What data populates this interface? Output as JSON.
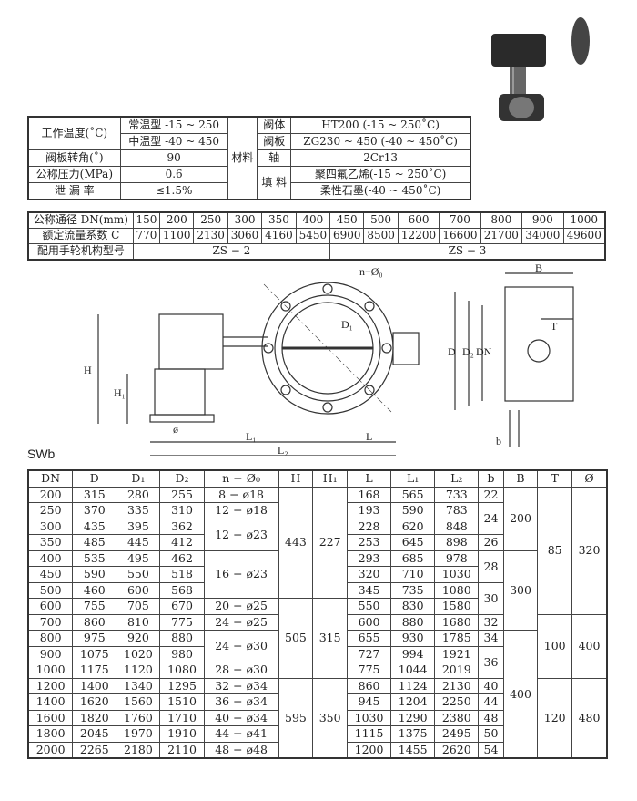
{
  "specs": {
    "work_temp_label": "工作温度(˚C)",
    "normal_temp": "常温型 -15 ~ 250",
    "mid_temp": "中温型 -40 ~ 450",
    "angle_label": "阀板转角(˚)",
    "angle": "90",
    "pressure_label": "公称压力(MPa)",
    "pressure": "0.6",
    "leak_label": "泄 漏 率",
    "leak": "≤1.5%",
    "material_label": "材料",
    "body_label": "阀体",
    "body": "HT200 (-15 ~ 250˚C)",
    "disc_label": "阀板",
    "disc": "ZG230 ~ 450 (-40 ~ 450˚C)",
    "shaft_label": "轴",
    "shaft": "2Cr13",
    "packing_label": "填 料",
    "packing1": "聚四氟乙烯(-15 ~ 250˚C)",
    "packing2": "柔性石墨(-40 ~ 450˚C)"
  },
  "flow": {
    "dn_label": "公称通径 DN(mm)",
    "dn": [
      "150",
      "200",
      "250",
      "300",
      "350",
      "400",
      "450",
      "500",
      "600",
      "700",
      "800",
      "900",
      "1000"
    ],
    "c_label": "额定流量系数 C",
    "c": [
      "770",
      "1100",
      "2130",
      "3060",
      "4160",
      "5450",
      "6900",
      "8500",
      "12200",
      "16600",
      "21700",
      "34000",
      "49600"
    ],
    "model_label": "配用手轮机构型号",
    "model1": "ZS − 2",
    "model2": "ZS − 3"
  },
  "drawing": {
    "n_d0": "n−Ø₀",
    "D1": "D₁",
    "H": "H",
    "H1": "H₁",
    "phi": "ø",
    "L1": "L₁",
    "L2": "L₂",
    "L": "L",
    "B": "B",
    "T": "T",
    "D": "D",
    "D2": "D₂",
    "DN": "DN",
    "b": "b"
  },
  "series_label": "SWb",
  "dims": {
    "headers": [
      "DN",
      "D",
      "D₁",
      "D₂",
      "n − Ø₀",
      "H",
      "H₁",
      "L",
      "L₁",
      "L₂",
      "b",
      "B",
      "T",
      "Ø"
    ],
    "rows": [
      [
        "200",
        "315",
        "280",
        "255",
        {
          "v": "8 − ø18"
        },
        {
          "v": "443",
          "rs": 7
        },
        {
          "v": "227",
          "rs": 7
        },
        "168",
        "565",
        "733",
        {
          "v": "22"
        },
        {
          "v": "200",
          "rs": 4
        },
        {
          "v": "85",
          "rs": 8
        },
        {
          "v": "320",
          "rs": 8
        }
      ],
      [
        "250",
        "370",
        "335",
        "310",
        {
          "v": "12 − ø18"
        },
        null,
        null,
        "193",
        "590",
        "783",
        {
          "v": "24",
          "rs": 2
        },
        null,
        null,
        null
      ],
      [
        "300",
        "435",
        "395",
        "362",
        {
          "v": "12 − ø23",
          "rs": 2
        },
        null,
        null,
        "228",
        "620",
        "848",
        null,
        null,
        null,
        null
      ],
      [
        "350",
        "485",
        "445",
        "412",
        null,
        null,
        null,
        "253",
        "645",
        "898",
        {
          "v": "26"
        },
        null,
        null,
        null
      ],
      [
        "400",
        "535",
        "495",
        "462",
        {
          "v": "16 − ø23",
          "rs": 3
        },
        null,
        null,
        "293",
        "685",
        "978",
        {
          "v": "28",
          "rs": 2
        },
        {
          "v": "300",
          "rs": 5
        },
        null,
        null
      ],
      [
        "450",
        "590",
        "550",
        "518",
        null,
        null,
        null,
        "320",
        "710",
        "1030",
        null,
        null,
        null,
        null
      ],
      [
        "500",
        "460",
        "600",
        "568",
        null,
        null,
        null,
        "345",
        "735",
        "1080",
        {
          "v": "30",
          "rs": 2
        },
        null,
        null,
        null
      ],
      [
        "600",
        "755",
        "705",
        "670",
        {
          "v": "20 − ø25"
        },
        {
          "v": "505",
          "rs": 5
        },
        {
          "v": "315",
          "rs": 5
        },
        "550",
        "830",
        "1580",
        null,
        null,
        null,
        null
      ],
      [
        "700",
        "860",
        "810",
        "775",
        {
          "v": "24 − ø25"
        },
        null,
        null,
        "600",
        "880",
        "1680",
        {
          "v": "32"
        },
        null,
        {
          "v": "100",
          "rs": 4
        },
        {
          "v": "400",
          "rs": 4
        }
      ],
      [
        "800",
        "975",
        "920",
        "880",
        {
          "v": "24 − ø30",
          "rs": 2
        },
        null,
        null,
        "655",
        "930",
        "1785",
        {
          "v": "34"
        },
        {
          "v": "400",
          "rs": 8
        },
        null,
        null
      ],
      [
        "900",
        "1075",
        "1020",
        "980",
        null,
        null,
        null,
        "727",
        "994",
        "1921",
        {
          "v": "36",
          "rs": 2
        },
        null,
        null,
        null
      ],
      [
        "1000",
        "1175",
        "1120",
        "1080",
        {
          "v": "28 − ø30"
        },
        null,
        null,
        "775",
        "1044",
        "2019",
        null,
        null,
        null,
        null
      ],
      [
        "1200",
        "1400",
        "1340",
        "1295",
        {
          "v": "32 − ø34"
        },
        {
          "v": "595",
          "rs": 5
        },
        {
          "v": "350",
          "rs": 5
        },
        "860",
        "1124",
        "2130",
        {
          "v": "40"
        },
        null,
        {
          "v": "120",
          "rs": 5
        },
        {
          "v": "480",
          "rs": 5
        }
      ],
      [
        "1400",
        "1620",
        "1560",
        "1510",
        {
          "v": "36 − ø34"
        },
        null,
        null,
        "945",
        "1204",
        "2250",
        {
          "v": "44"
        },
        null,
        null,
        null
      ],
      [
        "1600",
        "1820",
        "1760",
        "1710",
        {
          "v": "40 − ø34"
        },
        null,
        null,
        "1030",
        "1290",
        "2380",
        {
          "v": "48"
        },
        null,
        null,
        null
      ],
      [
        "1800",
        "2045",
        "1970",
        "1910",
        {
          "v": "44 − ø41"
        },
        null,
        null,
        "1115",
        "1375",
        "2495",
        {
          "v": "50"
        },
        null,
        null,
        null
      ],
      [
        "2000",
        "2265",
        "2180",
        "2110",
        {
          "v": "48 − ø48"
        },
        null,
        null,
        "1200",
        "1455",
        "2620",
        {
          "v": "54"
        },
        null,
        null,
        null
      ]
    ]
  }
}
